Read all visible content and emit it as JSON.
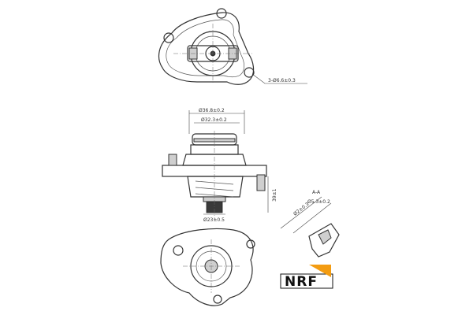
{
  "dimensions": {
    "holes": "3-Ø6.6±0.3",
    "outer_diameter": "Ø36.8±0.2",
    "inner_diameter": "Ø32.3±0.2",
    "height": "39±1",
    "bottom_diameter": "Ø23±0.5",
    "section_label": "A-A",
    "small_dim": "Ø2±0.3",
    "small_dia": "Ø5.3±0.2"
  },
  "logo": {
    "text": "NRF",
    "colors": {
      "accent": "#f39c12",
      "dark": "#111111"
    }
  }
}
